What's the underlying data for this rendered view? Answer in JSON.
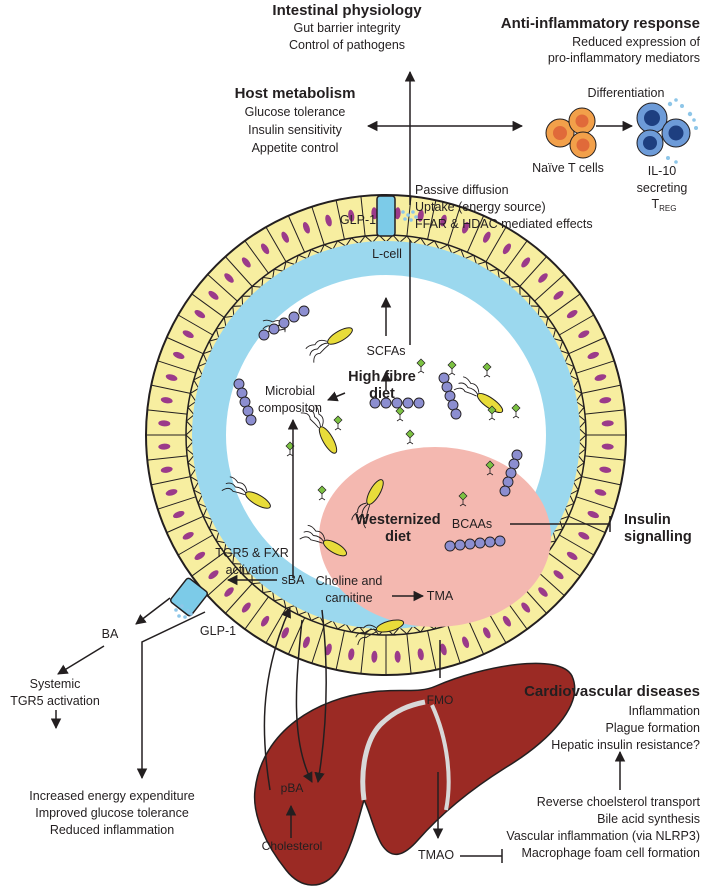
{
  "top": {
    "intestinal_title": "Intestinal physiology",
    "intestinal_items": [
      "Gut barrier integrity",
      "Control of pathogens"
    ],
    "anti_title": "Anti-inflammatory response",
    "anti_items": [
      "Reduced expression of",
      "pro-inflammatory mediators"
    ],
    "host_title": "Host metabolism",
    "host_items": [
      "Glucose tolerance",
      "Insulin sensitivity",
      "Appetite control"
    ],
    "differentiation": "Differentiation",
    "naive_t_cells": "Naïve T cells",
    "il10": [
      "IL-10",
      "secreting"
    ],
    "treg": "T",
    "treg_sub": "REG",
    "scfa_effects": [
      "Passive diffusion",
      "Uptake (energy source)",
      "FFAR & HDAC mediated effects"
    ]
  },
  "gut": {
    "glp1_top": "GLP-1",
    "l_cell": "L-cell",
    "scfas": "SCFAs",
    "high_fibre_diet": [
      "High fibre",
      "diet"
    ],
    "microbial_composition": [
      "Microbial",
      "compositon"
    ],
    "westernized_diet": [
      "Westernized",
      "diet"
    ],
    "bcaas": "BCAAs",
    "insulin_signalling": [
      "Insulin",
      "signalling"
    ],
    "tgr5_fxr": [
      "TGR5 & FXR",
      "activation"
    ],
    "sba": "sBA",
    "choline": [
      "Choline and",
      "carnitine"
    ],
    "tma": "TMA",
    "glp1_bottom": "GLP-1"
  },
  "left": {
    "ba": "BA",
    "systemic": [
      "Systemic",
      "TGR5 activation"
    ],
    "outcomes": [
      "Increased energy expenditure",
      "Improved glucose tolerance",
      "Reduced inflammation"
    ]
  },
  "liver": {
    "pba": "pBA",
    "cholesterol": "Cholesterol",
    "fmo": "FMO",
    "tmao": "TMAO"
  },
  "cardio": {
    "title": "Cardiovascular diseases",
    "items": [
      "Inflammation",
      "Plague formation",
      "Hepatic insulin resistance?"
    ],
    "mechanisms": [
      "Reverse choelsterol transport",
      "Bile acid synthesis",
      "Vascular inflammation (via NLRP3)",
      "Macrophage foam cell formation"
    ]
  },
  "colors": {
    "epithelium": "#f7eea0",
    "nucleus": "#9b3a8a",
    "mucus": "#9bd8ee",
    "lumen": "#ffffff",
    "western": "#f4b8b0",
    "bacteria_rod": "#e8dc3a",
    "bacteria_chain": "#8c8ed0",
    "liver": "#9b2a24",
    "treg": "#2f5fa8",
    "naive": "#f2a04a"
  }
}
